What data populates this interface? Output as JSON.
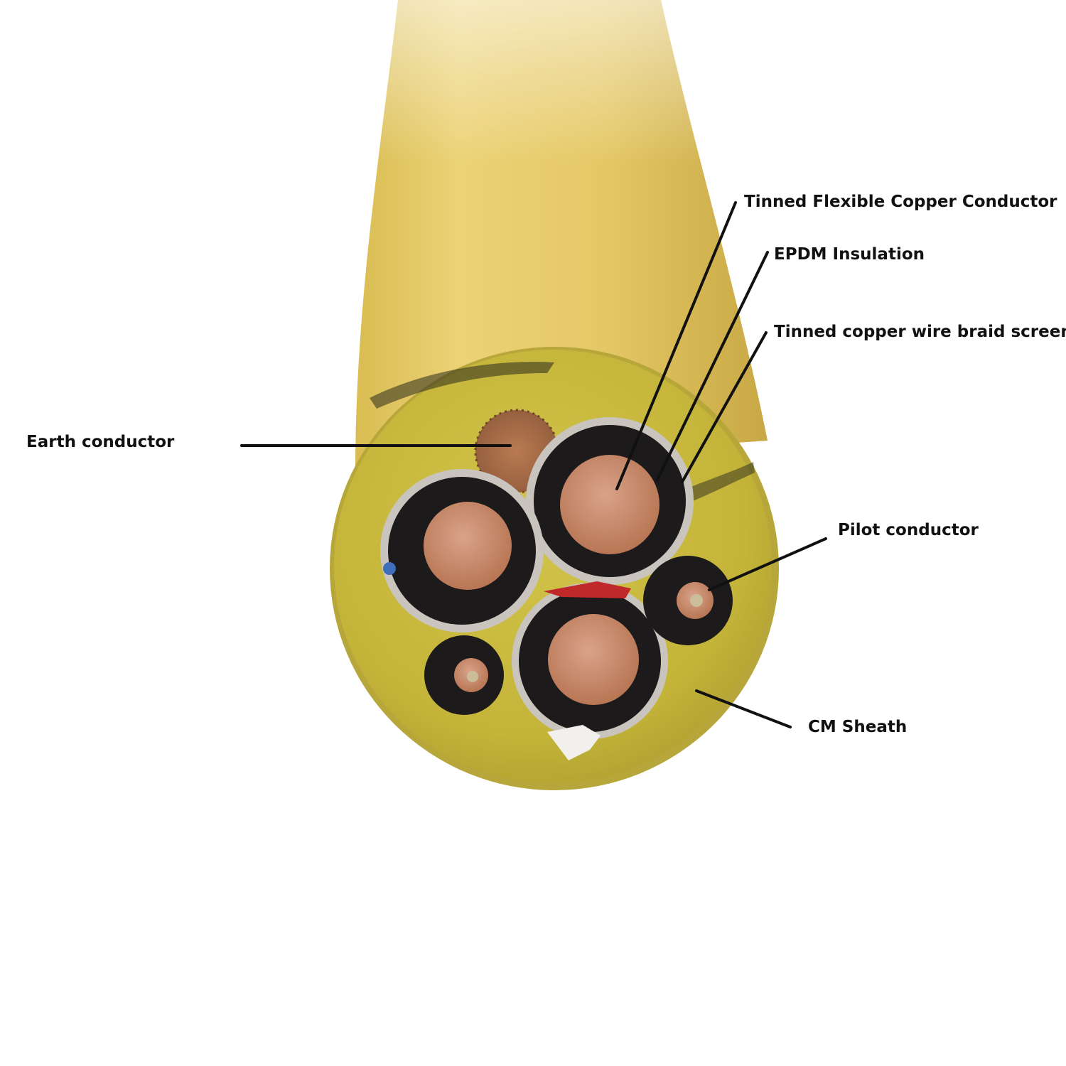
{
  "labels": {
    "tinned_flexible_copper_conductor": "Tinned Flexible Copper Conductor",
    "epdm_insulation": "EPDM Insulation",
    "tinned_copper_wire_braid_screen": "Tinned copper wire braid screen",
    "earth_conductor": "Earth conductor",
    "pilot_conductor": "Pilot conductor",
    "cm_sheath": "CM Sheath"
  },
  "colors": {
    "background": "#ffffff",
    "sheath_yellow": "#e2c95a",
    "sheath_face": "#c9ba3e",
    "insulation_black": "#1c1a1a",
    "copper": "#d08f73",
    "braid_screen": "#c9c4be",
    "callout_line": "#111111"
  }
}
